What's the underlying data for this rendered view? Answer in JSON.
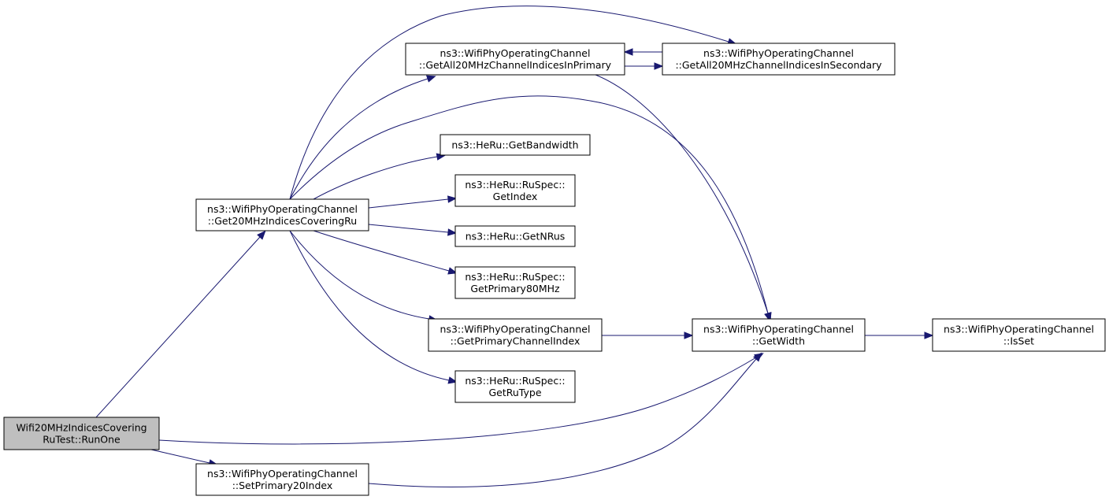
{
  "nodes": {
    "root": {
      "lines": [
        "Wifi20MHzIndicesCovering",
        "RuTest::RunOne"
      ]
    },
    "get20": {
      "lines": [
        "ns3::WifiPhyOperatingChannel",
        "::Get20MHzIndicesCoveringRu"
      ]
    },
    "setPrimary": {
      "lines": [
        "ns3::WifiPhyOperatingChannel",
        "::SetPrimary20Index"
      ]
    },
    "allPrimary": {
      "lines": [
        "ns3::WifiPhyOperatingChannel",
        "::GetAll20MHzChannelIndicesInPrimary"
      ]
    },
    "allSecondary": {
      "lines": [
        "ns3::WifiPhyOperatingChannel",
        "::GetAll20MHzChannelIndicesInSecondary"
      ]
    },
    "bandwidth": {
      "lines": [
        "ns3::HeRu::GetBandwidth"
      ]
    },
    "getIndex": {
      "lines": [
        "ns3::HeRu::RuSpec::",
        "GetIndex"
      ]
    },
    "nrus": {
      "lines": [
        "ns3::HeRu::GetNRus"
      ]
    },
    "primary80": {
      "lines": [
        "ns3::HeRu::RuSpec::",
        "GetPrimary80MHz"
      ]
    },
    "primaryChannel": {
      "lines": [
        "ns3::WifiPhyOperatingChannel",
        "::GetPrimaryChannelIndex"
      ]
    },
    "ruType": {
      "lines": [
        "ns3::HeRu::RuSpec::",
        "GetRuType"
      ]
    },
    "width": {
      "lines": [
        "ns3::WifiPhyOperatingChannel",
        "::GetWidth"
      ]
    },
    "isSet": {
      "lines": [
        "ns3::WifiPhyOperatingChannel",
        "::IsSet"
      ]
    }
  },
  "edges": [
    [
      "root",
      "get20"
    ],
    [
      "root",
      "width"
    ],
    [
      "root",
      "setPrimary"
    ],
    [
      "get20",
      "allPrimary"
    ],
    [
      "get20",
      "allSecondary"
    ],
    [
      "get20",
      "width"
    ],
    [
      "get20",
      "bandwidth"
    ],
    [
      "get20",
      "getIndex"
    ],
    [
      "get20",
      "nrus"
    ],
    [
      "get20",
      "primary80"
    ],
    [
      "get20",
      "primaryChannel"
    ],
    [
      "get20",
      "ruType"
    ],
    [
      "allPrimary",
      "allSecondary"
    ],
    [
      "allSecondary",
      "allPrimary"
    ],
    [
      "allPrimary",
      "width"
    ],
    [
      "primaryChannel",
      "width"
    ],
    [
      "setPrimary",
      "width"
    ],
    [
      "width",
      "isSet"
    ]
  ],
  "colors": {
    "edge": "#191970",
    "root_fill": "#bfbfbf",
    "node_fill": "#ffffff"
  }
}
